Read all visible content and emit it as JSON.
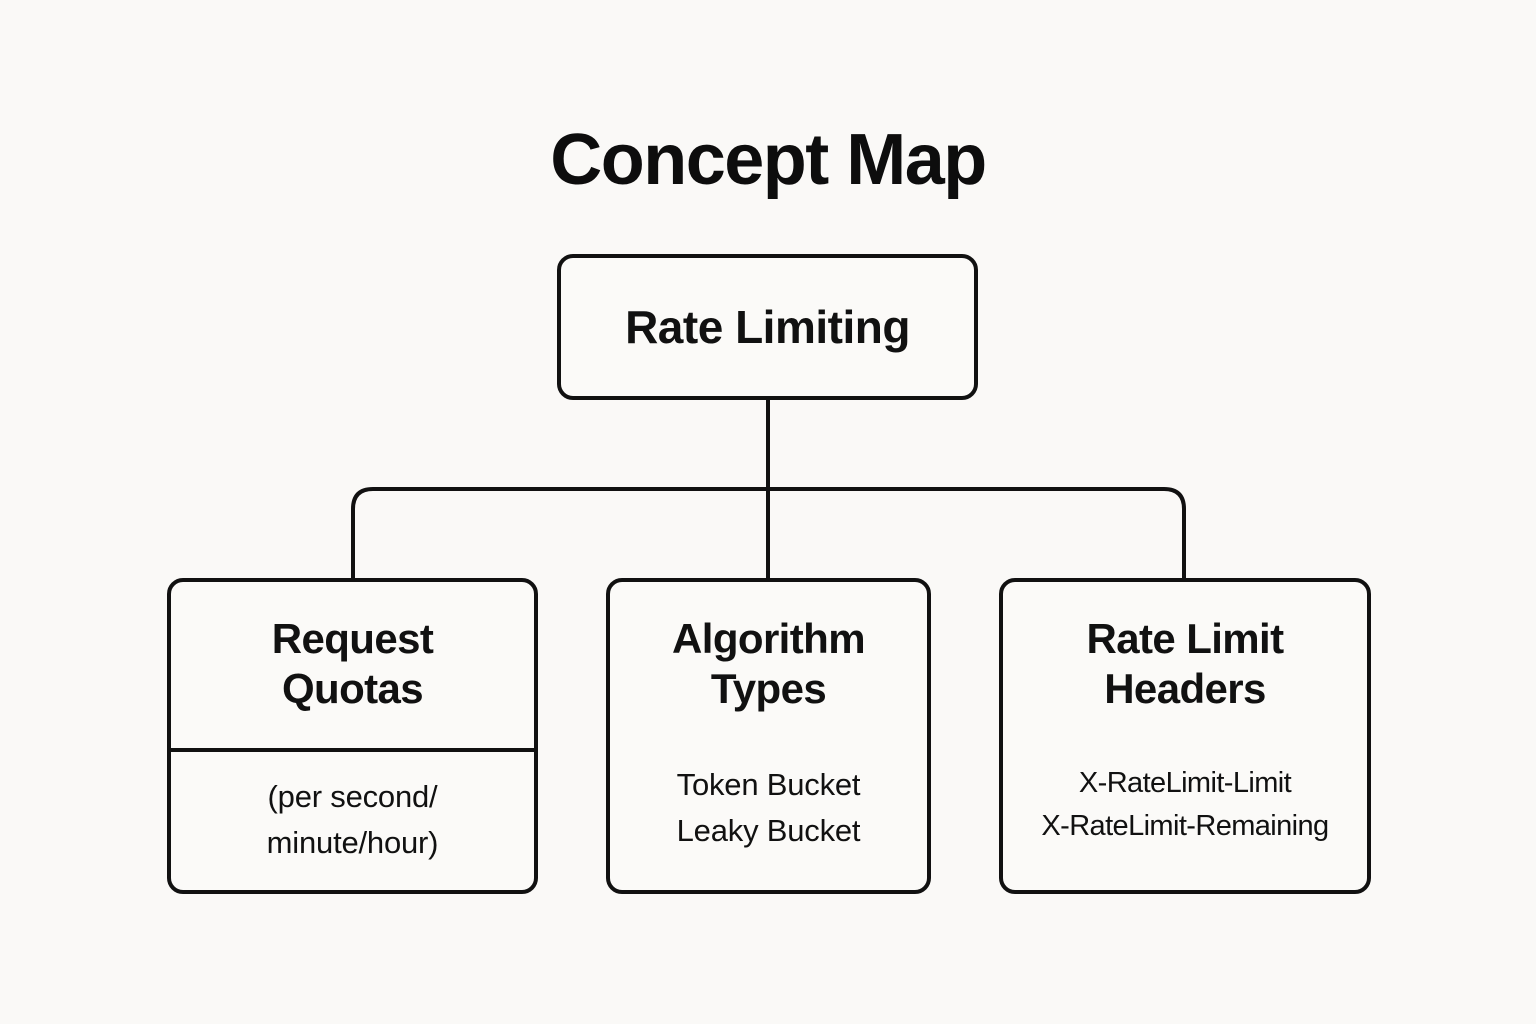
{
  "title": "Concept Map",
  "colors": {
    "background": "#faf9f7",
    "node_fill": "#fbfaf8",
    "stroke": "#111111",
    "text": "#0d0d0d"
  },
  "diagram": {
    "type": "concept-map",
    "layout": "top-down-tree",
    "root": {
      "id": "rate-limiting",
      "label": "Rate Limiting"
    },
    "children": [
      {
        "id": "request-quotas",
        "title_line1": "Request",
        "title_line2": "Quotas",
        "has_divider": true,
        "body": [
          "(per second/",
          "minute/hour)"
        ]
      },
      {
        "id": "algorithm-types",
        "title_line1": "Algorithm",
        "title_line2": "Types",
        "has_divider": false,
        "body": [
          "Token Bucket",
          "Leaky Bucket"
        ]
      },
      {
        "id": "rate-limit-headers",
        "title_line1": "Rate Limit",
        "title_line2": "Headers",
        "has_divider": false,
        "body": [
          "X-RateLimit-Limit",
          "X-RateLimit-Remaining"
        ]
      }
    ],
    "edges": [
      {
        "from": "rate-limiting",
        "to": "request-quotas"
      },
      {
        "from": "rate-limiting",
        "to": "algorithm-types"
      },
      {
        "from": "rate-limiting",
        "to": "rate-limit-headers"
      }
    ]
  }
}
